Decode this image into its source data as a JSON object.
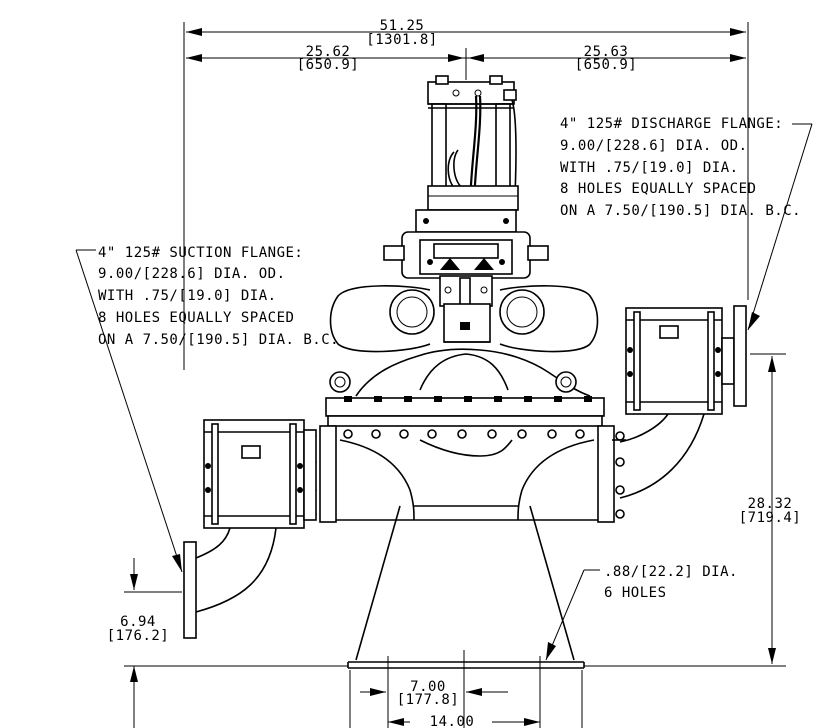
{
  "dimensions": {
    "overall_width": {
      "value": "51.25",
      "metric": "[1301.8]"
    },
    "left_half": {
      "value": "25.62",
      "metric": "[650.9]"
    },
    "right_half": {
      "value": "25.63",
      "metric": "[650.9]"
    },
    "discharge_height": {
      "value": "28.32",
      "metric": "[719.4]"
    },
    "suction_height": {
      "value": "6.94",
      "metric": "[176.2]"
    },
    "base_inner": {
      "value": "7.00",
      "metric": "[177.8]"
    },
    "base_outer": {
      "value": "14.00"
    }
  },
  "notes": {
    "discharge": [
      "4\" 125# DISCHARGE FLANGE:",
      "9.00/[228.6] DIA. OD.",
      "WITH .75/[19.0] DIA.",
      "8 HOLES EQUALLY SPACED",
      "ON A 7.50/[190.5] DIA. B.C."
    ],
    "suction": [
      "4\" 125# SUCTION FLANGE:",
      "9.00/[228.6] DIA. OD.",
      "WITH .75/[19.0] DIA.",
      "8 HOLES EQUALLY SPACED",
      "ON A 7.50/[190.5] DIA. B.C."
    ],
    "base_holes": [
      ".88/[22.2] DIA.",
      "6 HOLES"
    ]
  }
}
